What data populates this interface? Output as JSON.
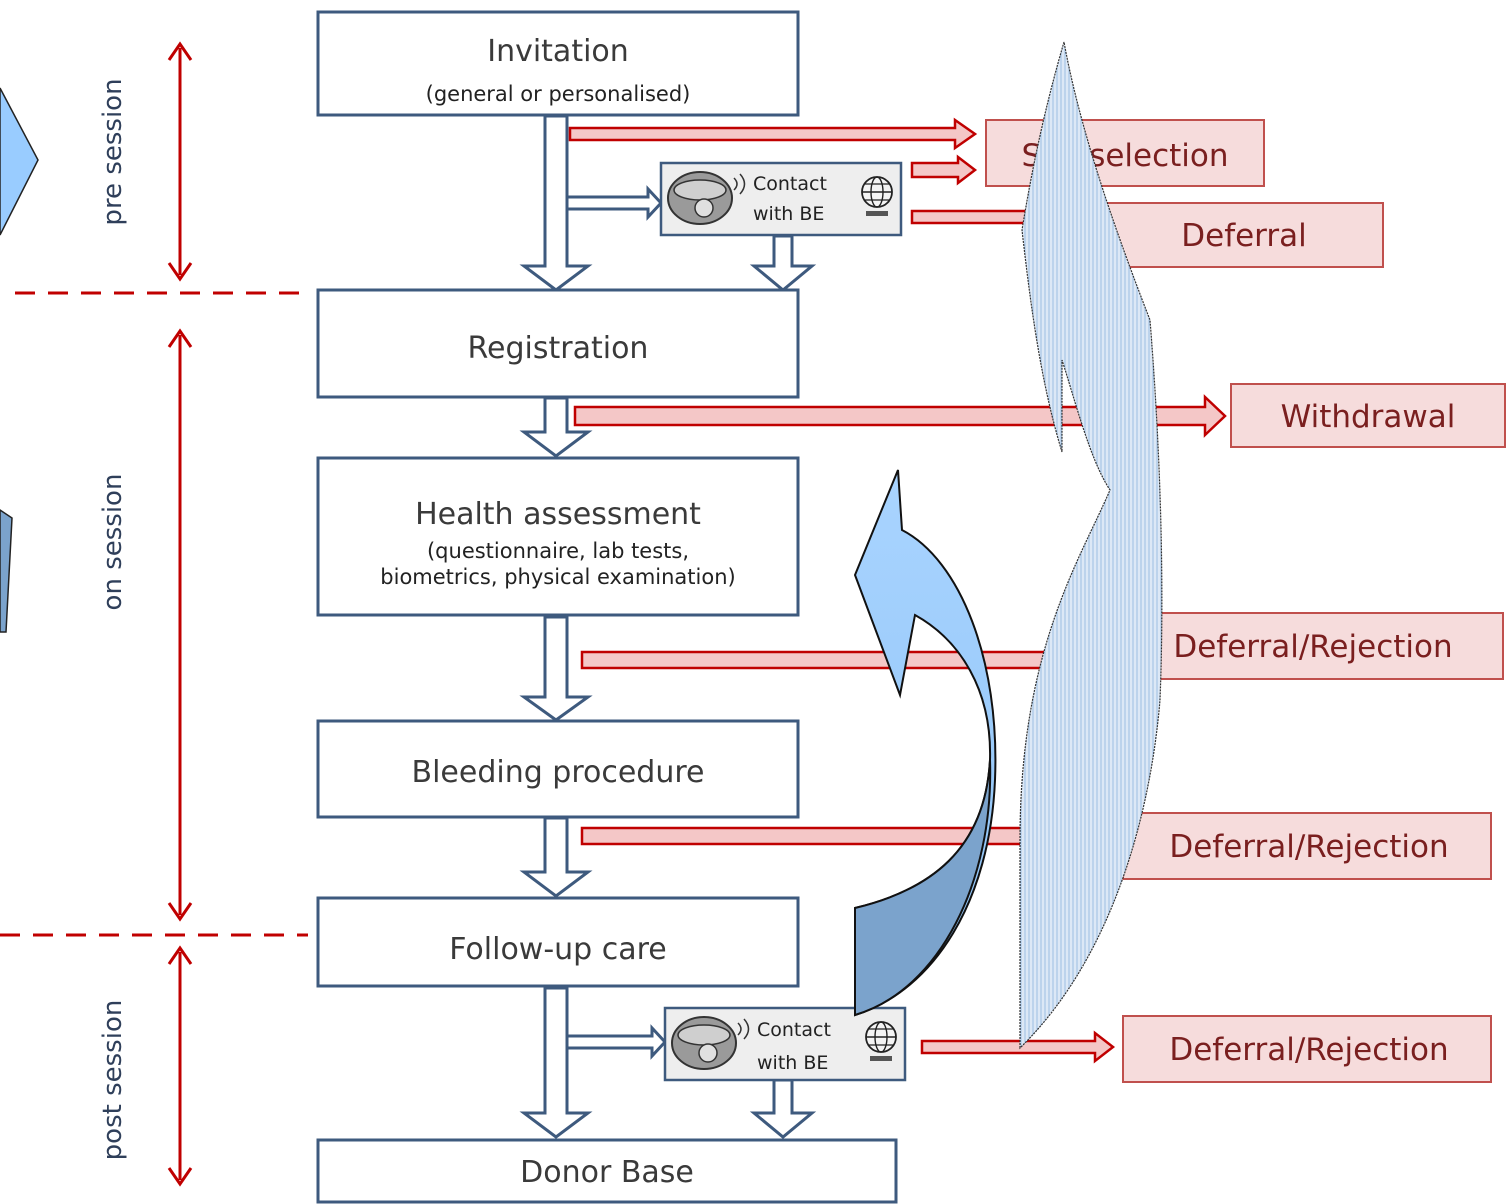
{
  "phases": {
    "pre": "pre session",
    "on": "on session",
    "post": "post session"
  },
  "steps": {
    "invitation": {
      "title": "Invitation",
      "subtitle": "(general or personalised)"
    },
    "registration": {
      "title": "Registration"
    },
    "health": {
      "title": "Health assessment",
      "subtitle_1": "(questionnaire, lab tests,",
      "subtitle_2": "biometrics, physical examination)"
    },
    "bleeding": {
      "title": "Bleeding procedure"
    },
    "followup": {
      "title": "Follow-up care"
    },
    "donorbase": {
      "title": "Donor Base"
    }
  },
  "contact": {
    "line1": "Contact",
    "line2": "with BE"
  },
  "outcomes": {
    "self_selection": "Self-selection",
    "deferral": "Deferral",
    "withdrawal": "Withdrawal",
    "deferral_rejection_1": "Deferral/Rejection",
    "deferral_rejection_2": "Deferral/Rejection",
    "deferral_rejection_3": "Deferral/Rejection"
  },
  "colors": {
    "box_border": "#3e5a7e",
    "red_arrow": "#c00000",
    "outcome_fill": "#f6dcdc",
    "outcome_border": "#c0504d",
    "blue_light": "#99ccff",
    "blue_dark": "#7ba3cc"
  }
}
